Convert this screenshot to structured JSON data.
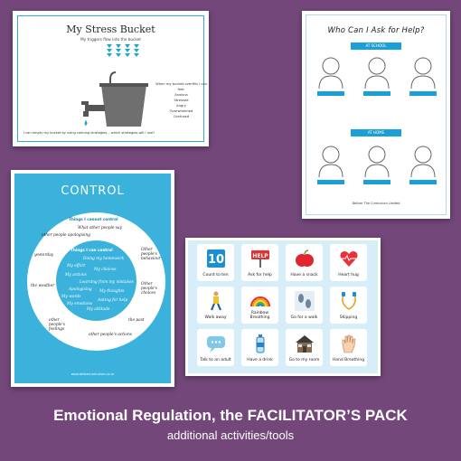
{
  "stress_bucket": {
    "title": "My Stress Bucket",
    "subtitle": "My triggers flow into the bucket",
    "feelings_intro": "When my bucket overfills I can feel:",
    "feelings": [
      "Anxious",
      "Stressed",
      "Angry",
      "Overwhelmed",
      "Confused"
    ],
    "footer": "I can empty my bucket by using calming strategies... which strategies will I use?"
  },
  "help_sheet": {
    "title": "Who Can I Ask for Help?",
    "school_label": "AT SCHOOL",
    "home_label": "AT HOME",
    "footer": "Deliver The Curriculum Limited"
  },
  "control_sheet": {
    "title": "CONTROL",
    "outer_heading": "Things I cannot control",
    "inner_heading": "Things I can control",
    "outer_items": [
      "What other people say",
      "other people apologising",
      "Other people's behaviour",
      "yesterday",
      "the weather",
      "Other people's choices",
      "other people's feelings",
      "the past",
      "other people's actions"
    ],
    "inner_items": [
      "Doing my homework",
      "My effort",
      "My choices",
      "My actions",
      "Learning from my mistakes",
      "Apologising",
      "My thoughts",
      "My words",
      "Asking for help",
      "My emotions",
      "My attitude"
    ],
    "footer": "www.delivercurriculum.co.uk"
  },
  "strategy_cards": [
    {
      "label": "Count to ten",
      "icon": "number-ten-icon"
    },
    {
      "label": "Ask for help",
      "icon": "help-sign-icon"
    },
    {
      "label": "Have a snack",
      "icon": "apple-icon"
    },
    {
      "label": "Heart hug",
      "icon": "heart-icon"
    },
    {
      "label": "Walk away",
      "icon": "walking-person-icon"
    },
    {
      "label": "Rainbow Breathing",
      "icon": "rainbow-icon"
    },
    {
      "label": "Go for a walk",
      "icon": "footprints-icon"
    },
    {
      "label": "Skipping",
      "icon": "skipping-rope-icon"
    },
    {
      "label": "Talk to an adult",
      "icon": "speech-bubble-icon"
    },
    {
      "label": "Have a drink",
      "icon": "water-bottle-icon"
    },
    {
      "label": "Go to my room",
      "icon": "house-icon"
    },
    {
      "label": "Hand Breathing",
      "icon": "hand-icon"
    }
  ],
  "caption": {
    "title": "Emotional Regulation, the FACILITATOR’S PACK",
    "subtitle": "additional activities/tools"
  },
  "colors": {
    "background": "#73477a",
    "accent_blue": "#1a9fd9",
    "control_blue": "#3bb2db",
    "cards_bg": "#d7eef8"
  }
}
